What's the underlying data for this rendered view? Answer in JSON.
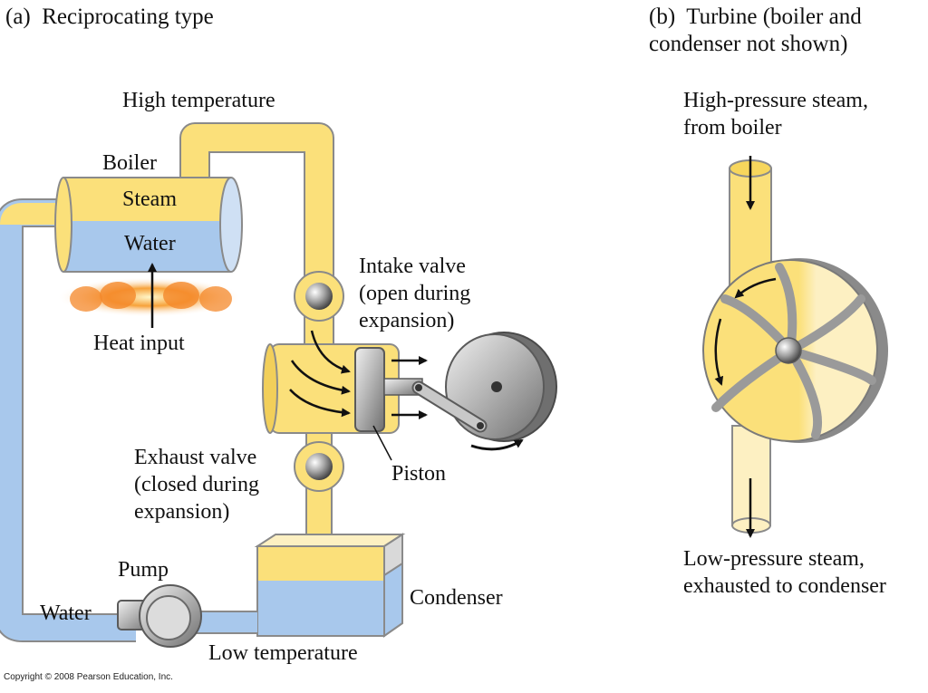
{
  "panel_a": {
    "title": "(a)  Reciprocating type",
    "labels": {
      "high_temperature": "High temperature",
      "boiler": "Boiler",
      "steam": "Steam",
      "water_boiler": "Water",
      "heat_input": "Heat input",
      "intake_valve": "Intake valve\n(open during\nexpansion)",
      "exhaust_valve": "Exhaust valve\n(closed during\nexpansion)",
      "piston": "Piston",
      "pump": "Pump",
      "water_return": "Water",
      "condenser": "Condenser",
      "low_temperature": "Low temperature"
    }
  },
  "panel_b": {
    "title": "(b)  Turbine (boiler and\ncondenser not shown)",
    "labels": {
      "inlet": "High-pressure steam,\nfrom boiler",
      "outlet": "Low-pressure steam,\nexhausted to condenser"
    }
  },
  "copyright": "Copyright © 2008 Pearson Education, Inc.",
  "colors": {
    "steam": "#fbe07a",
    "steam_light": "#fdf0c2",
    "water": "#a8c8ec",
    "metal": "#b9b9b9",
    "outline": "#8a8a8a",
    "flame": "#f4882b"
  }
}
